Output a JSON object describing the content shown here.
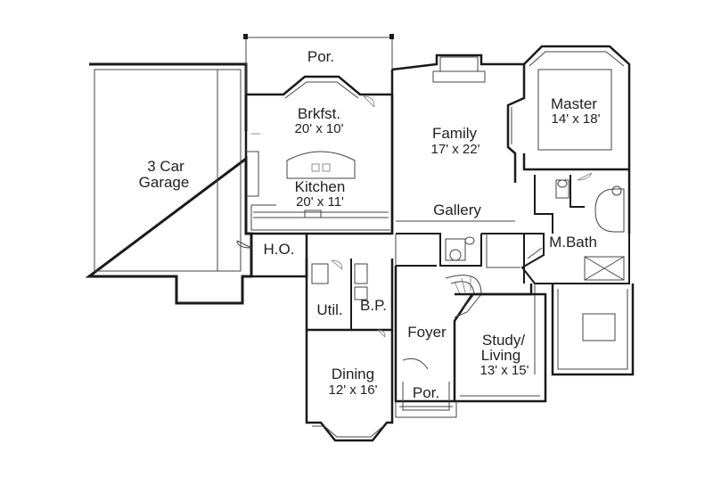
{
  "rooms": {
    "porch_rear": {
      "name": "Por."
    },
    "garage": {
      "line1": "3 Car",
      "line2": "Garage"
    },
    "breakfast": {
      "name": "Brkfst.",
      "dims": "20' x 10'"
    },
    "family": {
      "name": "Family",
      "dims": "17' x 22'"
    },
    "master": {
      "name": "Master",
      "dims": "14' x 18'"
    },
    "kitchen": {
      "name": "Kitchen",
      "dims": "20' x 11'"
    },
    "gallery": {
      "name": "Gallery"
    },
    "home_office": {
      "name": "H.O."
    },
    "master_bath": {
      "name": "M.Bath"
    },
    "utility": {
      "name": "Util."
    },
    "butler_pantry": {
      "name": "B.P."
    },
    "foyer": {
      "name": "Foyer"
    },
    "study": {
      "line1": "Study/",
      "line2": "Living",
      "dims": "13' x 15'"
    },
    "dining": {
      "name": "Dining",
      "dims": "12' x 16'"
    },
    "porch_front": {
      "name": "Por."
    }
  },
  "colors": {
    "wall": "#1a1a1a",
    "background": "#ffffff",
    "text": "#222222"
  }
}
